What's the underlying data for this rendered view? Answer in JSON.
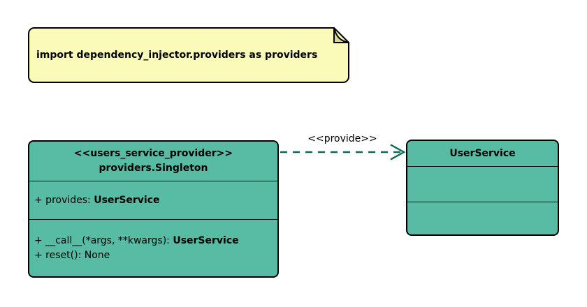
{
  "diagram": {
    "note": {
      "text": "import dependency_injector.providers as providers"
    },
    "provider_class": {
      "stereotype": "<<users_service_provider>>",
      "name": "providers.Singleton",
      "attributes": [
        {
          "text": "+ provides: ",
          "emphasis": "UserService"
        }
      ],
      "methods": [
        {
          "text": "+ __call__(*args, **kwargs): ",
          "emphasis": "UserService"
        },
        {
          "text": "+ reset(): None",
          "emphasis": ""
        }
      ]
    },
    "service_class": {
      "name": "UserService"
    },
    "relation": {
      "label": "<<provide>>"
    },
    "colors": {
      "class_fill": "#58BBA3",
      "note_fill": "#FAFAB9",
      "note_fold": "#D6D690",
      "arrow": "#0D6B55",
      "outline": "#000000"
    }
  }
}
